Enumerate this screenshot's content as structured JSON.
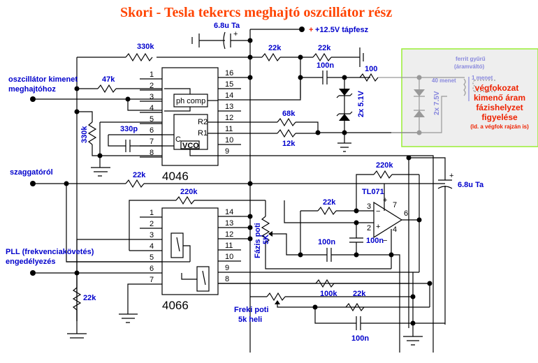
{
  "title": "Skori - Tesla tekercs meghajtó oszcillátor rész",
  "supply": {
    "label": "+12.5V tápfesz",
    "plus": "+"
  },
  "inputs": {
    "osc_out_line1": "oszcillátor kimenet",
    "osc_out_line2": "meghajtóhoz",
    "chopper": "szaggatóról",
    "pll_line1": "PLL (frekvenciakövetés)",
    "pll_line2": "engedélyezés"
  },
  "components": {
    "c_top": "6.8u Ta",
    "r330k_top": "330k",
    "r22k_top1": "22k",
    "r22k_top2": "22k",
    "c100n_top": "100n",
    "r100": "100",
    "zener_5v1": "2x 5.1V",
    "r47k": "47k",
    "r330k_left": "330k",
    "c330p": "330p",
    "r68k": "68k",
    "r12k": "12k",
    "r22k_chop": "22k",
    "r220k_opamp": "220k",
    "r220k_4066": "220k",
    "r22k_opamp": "22k",
    "opamp": "TL071",
    "c_right": "6.8u Ta",
    "phase_pot_line1": "Fázis poti",
    "phase_pot_line2": "5K",
    "c100n_mid": "100n",
    "c100n_opamp": "100n",
    "r100k": "100k",
    "r22k_bottom": "22k",
    "freq_pot_line1": "Freki poti",
    "freq_pot_line2": "5k heli",
    "c100n_bottom": "100n",
    "r22k_pll": "22k"
  },
  "ic4046": {
    "name": "4046",
    "left_pins": [
      "1",
      "2",
      "3",
      "4",
      "5",
      "6",
      "7",
      "8"
    ],
    "right_pins": [
      "16",
      "15",
      "14",
      "13",
      "12",
      "11",
      "10",
      "9"
    ],
    "phcomp": "ph comp",
    "vco": "VCO",
    "r2": "R2",
    "r1": "R1",
    "c": "C"
  },
  "ic4066": {
    "name": "4066",
    "left_pins": [
      "1",
      "2",
      "3",
      "4",
      "5",
      "6",
      "7"
    ],
    "right_pins": [
      "14",
      "13",
      "12",
      "11",
      "10",
      "9",
      "8"
    ]
  },
  "opamp_pins": {
    "inv": "3",
    "noninv": "2",
    "v_plus": "7",
    "v_minus": "4",
    "out": "6",
    "plus_sign": "+",
    "minus_sign": "−"
  },
  "sensor_box": {
    "ferrite_line1": "ferrit gyűrű",
    "ferrite_line2": "(áramváltó)",
    "primary": "40 menet",
    "secondary": "1 menet",
    "zener": "2x 7.5V",
    "desc_line1": "végfokozat",
    "desc_line2": "kimenő áram",
    "desc_line3": "fázishelyzet",
    "desc_line4": "figyelése",
    "note": "(ld. a végfok rajzán is)",
    "border_color": "#99ee33",
    "bg_color": "#eeeeee"
  },
  "colors": {
    "title": "#ff4400",
    "label": "#0000cc",
    "wire": "#000000",
    "note": "#ee2200"
  }
}
